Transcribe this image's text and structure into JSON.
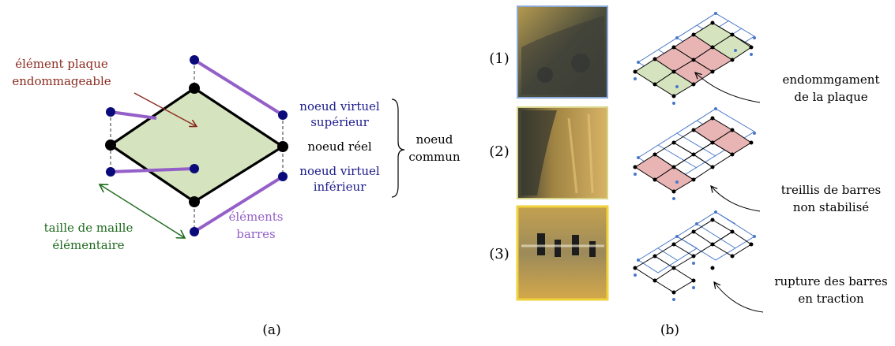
{
  "panel_a": {
    "caption": "(a)",
    "label_plate": [
      "élément plaque",
      "endommageable"
    ],
    "label_virtual_top": [
      "noeud virtuel",
      "supérieur"
    ],
    "label_real": "noeud réel",
    "label_virtual_bottom": [
      "noeud virtuel",
      "inférieur"
    ],
    "label_common": [
      "noeud",
      "commun"
    ],
    "label_mesh": [
      "taille de maille",
      "élémentaire"
    ],
    "label_bars": [
      "éléments",
      "barres"
    ]
  },
  "panel_b": {
    "caption": "(b)",
    "rows": [
      {
        "number": "(1)",
        "annotation": [
          "endommgament",
          "de la plaque"
        ]
      },
      {
        "number": "(2)",
        "annotation": [
          "treillis de barres",
          "non stabilisé"
        ]
      },
      {
        "number": "(3)",
        "annotation": [
          "rupture des barres",
          "en traction"
        ]
      }
    ]
  },
  "colors": {
    "plate_fill": "#d5e3bf",
    "virtual_node": "#0a0a7a",
    "bar": "#9460c8",
    "plate_label": "#8b2a1e",
    "virtual_label": "#1c1c8c",
    "mesh_label": "#1f6b1f",
    "damaged_cell": "#e8b4b4",
    "truss_blue": "#4a78c8"
  }
}
